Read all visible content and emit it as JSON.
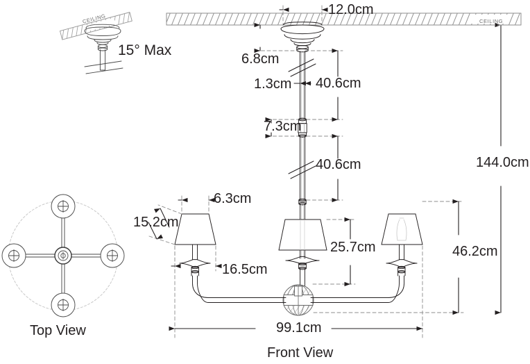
{
  "drawing": {
    "title": "Chandelier installation dimension drawing",
    "units": "cm",
    "views": {
      "top_view_label": "Top View",
      "front_view_label": "Front View"
    },
    "ceiling_label_main": "CEILING",
    "ceiling_label_detail": "CEILING",
    "tilt_note": "15° Max"
  },
  "dimensions": {
    "canopy_diameter": "12.0cm",
    "canopy_height": "6.8cm",
    "stem_upper_length": "40.6cm",
    "stem_rod_diameter": "1.3cm",
    "coupler_length": "7.3cm",
    "stem_lower_length": "40.6cm",
    "overall_height": "144.0cm",
    "shade_top_diameter": "6.3cm",
    "shade_slant_height": "15.2cm",
    "shade_bottom_diameter": "16.5cm",
    "body_height": "25.7cm",
    "fixture_height": "46.2cm",
    "overall_width": "99.1cm"
  },
  "colors": {
    "line": "#231f20",
    "hatch": "#8c8c8c",
    "dashed": "#8c8c8c",
    "text": "#231f20",
    "faint": "#b3b3b3"
  }
}
